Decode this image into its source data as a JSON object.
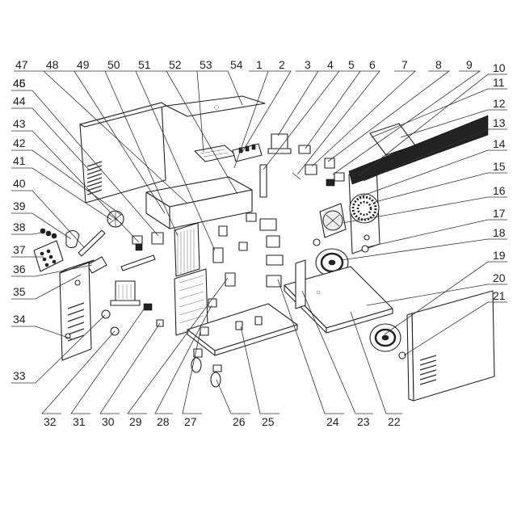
{
  "callouts": {
    "n1": "1",
    "n2": "2",
    "n3": "3",
    "n4": "4",
    "n5": "5",
    "n6": "6",
    "n7": "7",
    "n8": "8",
    "n9": "9",
    "n10": "10",
    "n11": "11",
    "n12": "12",
    "n13": "13",
    "n14": "14",
    "n15": "15",
    "n16": "16",
    "n17": "17",
    "n18": "18",
    "n19": "19",
    "n20": "20",
    "n21": "21",
    "n22": "22",
    "n23": "23",
    "n24": "24",
    "n25": "25",
    "n26": "26",
    "n27": "27",
    "n28": "28",
    "n29": "29",
    "n30": "30",
    "n31": "31",
    "n32": "32",
    "n33": "33",
    "n34": "34",
    "n35": "35",
    "n36": "36",
    "n37": "37",
    "n38": "38",
    "n39": "39",
    "n40": "40",
    "n41": "41",
    "n42": "42",
    "n43": "43",
    "n44": "44",
    "n45": "45",
    "n46": "46",
    "n47": "47",
    "n48": "48",
    "n49": "49",
    "n50": "50",
    "n51": "51",
    "n52": "52",
    "n53": "53",
    "n54": "54"
  },
  "colors": {
    "ink": "#222222",
    "background": "#ffffff",
    "band": "#111111"
  }
}
